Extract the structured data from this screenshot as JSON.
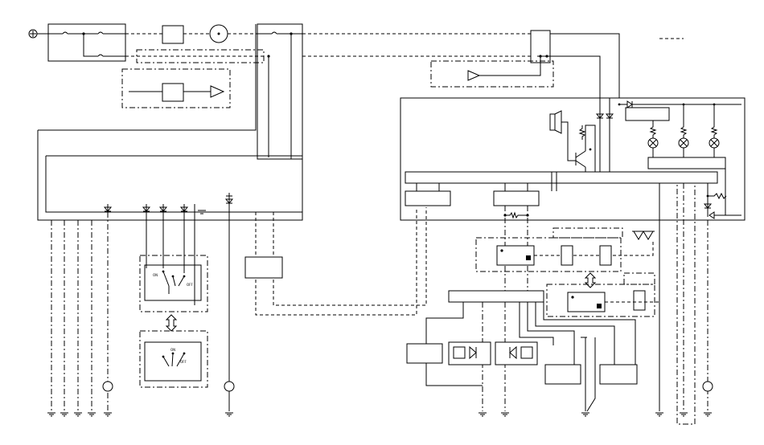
{
  "diagram": {
    "kind": "electrical-wiring-schematic",
    "switch_labels": {
      "upper": [
        "ON",
        "OFF"
      ],
      "lower": [
        "ON",
        "OFF"
      ]
    },
    "colors": {
      "line": "#000000",
      "background": "#ffffff"
    }
  }
}
